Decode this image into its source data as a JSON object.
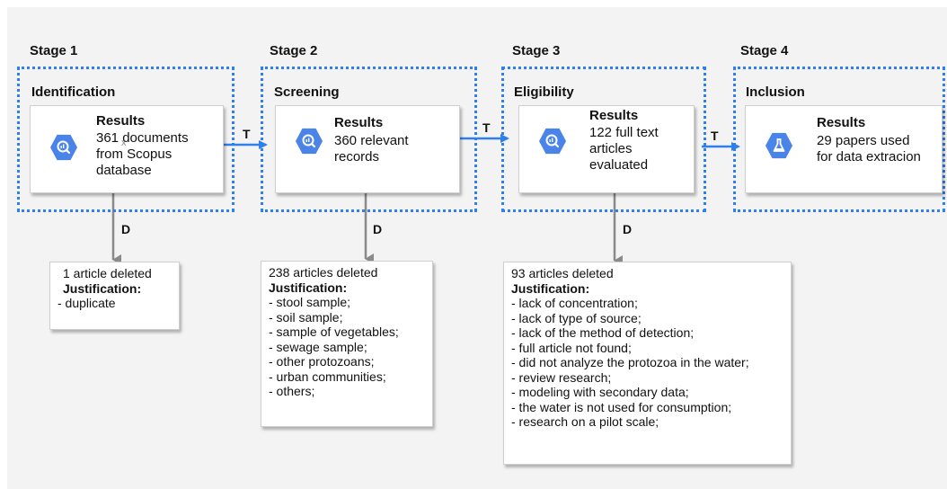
{
  "stages": [
    {
      "label": "Stage 1",
      "title": "Identification",
      "result_title": "Results",
      "result_lines": [
        "361 documents",
        "from Scopus",
        "database"
      ],
      "stray_mark": "x",
      "icon": "magnifier-chart-icon"
    },
    {
      "label": "Stage 2",
      "title": "Screening",
      "result_title": "Results",
      "result_lines": [
        "360 relevant",
        "records"
      ],
      "icon": "magnifier-chart-icon"
    },
    {
      "label": "Stage 3",
      "title": "Eligibility",
      "result_title": "Results",
      "result_lines": [
        "122 full text",
        "articles",
        "evaluated"
      ],
      "icon": "magnifier-chart-icon"
    },
    {
      "label": "Stage 4",
      "title": "Inclusion",
      "result_title": "Results",
      "result_lines": [
        "29 papers used",
        "for data extracion"
      ],
      "icon": "flask-icon"
    }
  ],
  "transitions": [
    "T",
    "T",
    "T"
  ],
  "deletion_label": "D",
  "deletions": [
    {
      "count_text": "1 article deleted",
      "justification_label": "Justification:",
      "reasons": [
        "- duplicate"
      ]
    },
    {
      "count_text": "238 articles deleted",
      "justification_label": "Justification:",
      "reasons": [
        "- stool sample;",
        "- soil sample;",
        "- sample of vegetables;",
        "- sewage sample;",
        "- other protozoans;",
        "- urban communities;",
        "- others;"
      ]
    },
    {
      "count_text": "93 articles deleted",
      "justification_label": "Justification:",
      "reasons": [
        "- lack of concentration;",
        "- lack of type of source;",
        "- lack of the method of detection;",
        "- full article not found;",
        "- did not analyze the protozoa in the water;",
        "- review research;",
        "- modeling with secondary data;",
        "- the water is not used for consumption;",
        "- research on a pilot scale;"
      ]
    }
  ],
  "colors": {
    "stage_border": "#2f80ed",
    "transition_arrow": "#2f80ed",
    "deletion_arrow": "#8a8a8a",
    "icon_fill": "#4a84e8",
    "background": "#f3f3f3"
  }
}
